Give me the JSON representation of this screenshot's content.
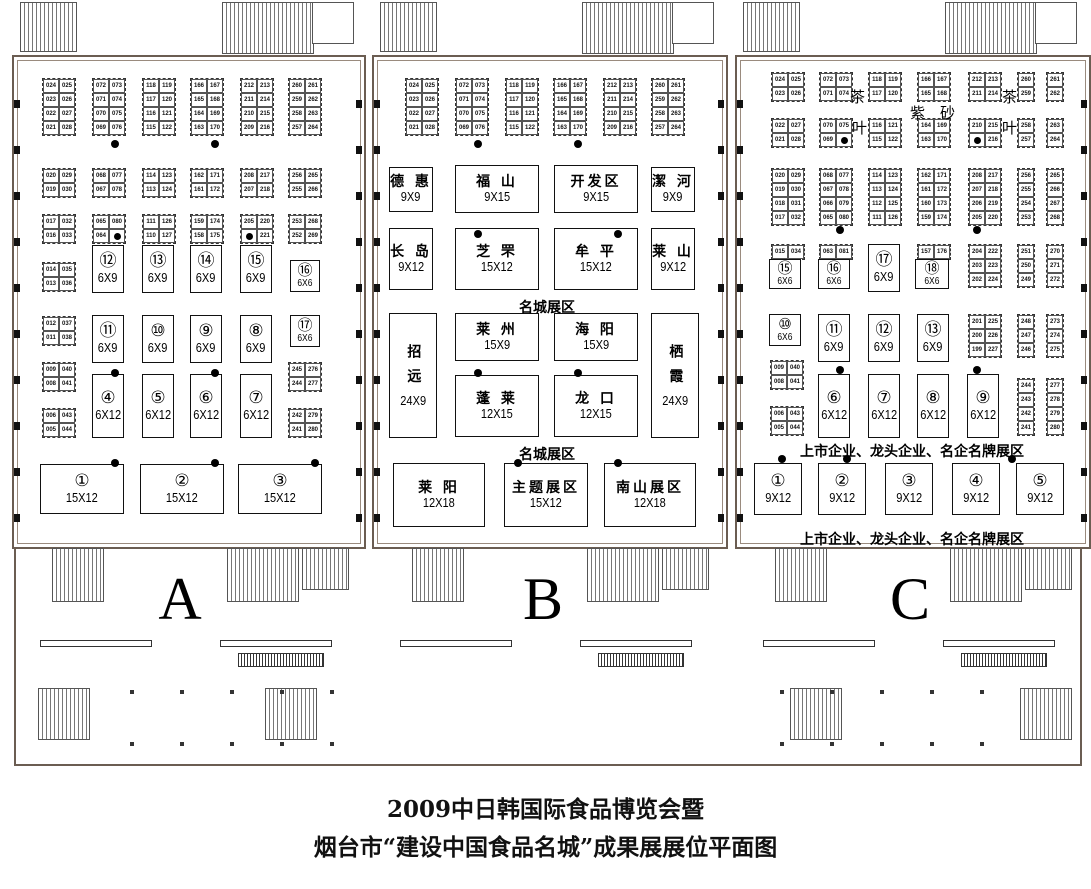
{
  "title": {
    "line1": "2009中日韩国际食品博览会暨",
    "line2": "烟台市“建设中国食品名城”成果展展位平面图"
  },
  "halls": [
    {
      "letter": "A",
      "groups": [
        [
          [
            "024",
            "025"
          ],
          [
            "023",
            "026"
          ],
          [
            "022",
            "027"
          ],
          [
            "021",
            "028"
          ]
        ],
        [
          [
            "072",
            "073"
          ],
          [
            "071",
            "074"
          ],
          [
            "070",
            "075"
          ],
          [
            "069",
            "076"
          ]
        ],
        [
          [
            "118",
            "119"
          ],
          [
            "117",
            "120"
          ],
          [
            "116",
            "121"
          ],
          [
            "115",
            "122"
          ]
        ],
        [
          [
            "166",
            "167"
          ],
          [
            "165",
            "168"
          ],
          [
            "164",
            "169"
          ],
          [
            "163",
            "170"
          ]
        ],
        [
          [
            "212",
            "213"
          ],
          [
            "211",
            "214"
          ],
          [
            "210",
            "215"
          ],
          [
            "209",
            "216"
          ]
        ],
        [
          [
            "260",
            "261"
          ],
          [
            "259",
            "262"
          ],
          [
            "258",
            "263"
          ],
          [
            "257",
            "264"
          ]
        ],
        [
          [
            "020",
            "029"
          ],
          [
            "019",
            "030"
          ]
        ],
        [
          [
            "068",
            "077"
          ],
          [
            "067",
            "078"
          ]
        ],
        [
          [
            "114",
            "123"
          ],
          [
            "113",
            "124"
          ]
        ],
        [
          [
            "162",
            "171"
          ],
          [
            "161",
            "172"
          ]
        ],
        [
          [
            "208",
            "217"
          ],
          [
            "207",
            "218"
          ]
        ],
        [
          [
            "256",
            "265"
          ],
          [
            "255",
            "266"
          ]
        ],
        [
          [
            "017",
            "032"
          ],
          [
            "016",
            "033"
          ]
        ],
        [
          [
            "065",
            "080"
          ],
          [
            "064",
            null
          ]
        ],
        [
          [
            "111",
            "126"
          ],
          [
            "110",
            "127"
          ]
        ],
        [
          [
            "159",
            "174"
          ],
          [
            "158",
            "175"
          ]
        ],
        [
          [
            "205",
            "220"
          ],
          [
            null,
            "221"
          ]
        ],
        [
          [
            "253",
            "268"
          ],
          [
            "252",
            "269"
          ]
        ],
        [
          [
            "014",
            "035"
          ],
          [
            "013",
            "036"
          ]
        ],
        [
          [
            "012",
            "037"
          ],
          [
            "011",
            "038"
          ]
        ],
        [
          [
            "009",
            "040"
          ],
          [
            "008",
            "041"
          ]
        ],
        [
          [
            "006",
            "043"
          ],
          [
            "005",
            "044"
          ]
        ],
        [
          [
            "245",
            "276"
          ],
          [
            "244",
            "277"
          ]
        ],
        [
          [
            "242",
            "279"
          ],
          [
            "241",
            "280"
          ]
        ]
      ],
      "booths": [
        {
          "num": "⑫",
          "size": "6X9"
        },
        {
          "num": "⑬",
          "size": "6X9"
        },
        {
          "num": "⑭",
          "size": "6X9"
        },
        {
          "num": "⑮",
          "size": "6X9"
        },
        {
          "num": "⑯",
          "size": "6X6"
        },
        {
          "num": "⑪",
          "size": "6X9"
        },
        {
          "num": "⑩",
          "size": "6X9"
        },
        {
          "num": "⑨",
          "size": "6X9"
        },
        {
          "num": "⑧",
          "size": "6X9"
        },
        {
          "num": "⑰",
          "size": "6X6"
        },
        {
          "num": "④",
          "size": "6X12"
        },
        {
          "num": "⑤",
          "size": "6X12"
        },
        {
          "num": "⑥",
          "size": "6X12"
        },
        {
          "num": "⑦",
          "size": "6X12"
        },
        {
          "num": "①",
          "size": "15X12"
        },
        {
          "num": "②",
          "size": "15X12"
        },
        {
          "num": "③",
          "size": "15X12"
        }
      ],
      "labels": []
    },
    {
      "letter": "B",
      "groups": [
        [
          [
            "024",
            "025"
          ],
          [
            "023",
            "026"
          ],
          [
            "022",
            "027"
          ],
          [
            "021",
            "028"
          ]
        ],
        [
          [
            "072",
            "073"
          ],
          [
            "071",
            "074"
          ],
          [
            "070",
            "075"
          ],
          [
            "069",
            "076"
          ]
        ],
        [
          [
            "118",
            "119"
          ],
          [
            "117",
            "120"
          ],
          [
            "116",
            "121"
          ],
          [
            "115",
            "122"
          ]
        ],
        [
          [
            "166",
            "167"
          ],
          [
            "165",
            "168"
          ],
          [
            "164",
            "169"
          ],
          [
            "163",
            "170"
          ]
        ],
        [
          [
            "212",
            "213"
          ],
          [
            "211",
            "214"
          ],
          [
            "210",
            "215"
          ],
          [
            "209",
            "216"
          ]
        ],
        [
          [
            "260",
            "261"
          ],
          [
            "259",
            "262"
          ],
          [
            "258",
            "263"
          ],
          [
            "257",
            "264"
          ]
        ]
      ],
      "booths": [
        {
          "name": "德 惠",
          "size": "9X9"
        },
        {
          "name": "福 山",
          "size": "9X15"
        },
        {
          "name": "开发区",
          "size": "9X15"
        },
        {
          "name": "潔 河",
          "size": "9X9"
        },
        {
          "name": "长 岛",
          "size": "9X12"
        },
        {
          "name": "芝 罘",
          "size": "15X12"
        },
        {
          "name": "牟 平",
          "size": "15X12"
        },
        {
          "name": "莱 山",
          "size": "9X12"
        },
        {
          "name": "招 远",
          "size": "24X9"
        },
        {
          "name": "莱 州",
          "size": "15X9"
        },
        {
          "name": "海 阳",
          "size": "15X9"
        },
        {
          "name": "栖 霞",
          "size": "24X9"
        },
        {
          "name": "蓬 莱",
          "size": "12X15"
        },
        {
          "name": "龙 口",
          "size": "12X15"
        },
        {
          "name": "莱 阳",
          "size": "12X18"
        },
        {
          "name": "主题展区",
          "size": "15X12"
        },
        {
          "name": "南山展区",
          "size": "12X18"
        }
      ],
      "labels": [
        "名城展区",
        "名城展区"
      ]
    },
    {
      "letter": "C",
      "groups": [
        [
          [
            "024",
            "025"
          ],
          [
            "023",
            "026"
          ]
        ],
        [
          [
            "072",
            "073"
          ],
          [
            "071",
            "074"
          ]
        ],
        [
          [
            "118",
            "119"
          ],
          [
            "117",
            "120"
          ]
        ],
        [
          [
            "166",
            "167"
          ],
          [
            "165",
            "168"
          ]
        ],
        [
          [
            "212",
            "213"
          ],
          [
            "211",
            "214"
          ]
        ],
        [
          [
            "260"
          ],
          [
            "259"
          ]
        ],
        [
          [
            "261"
          ],
          [
            "262"
          ]
        ],
        [
          [
            "022",
            "027"
          ],
          [
            "021",
            "028"
          ]
        ],
        [
          [
            "070",
            "075"
          ],
          [
            "069",
            null
          ]
        ],
        [
          [
            "116",
            "121"
          ],
          [
            "115",
            "122"
          ]
        ],
        [
          [
            "164",
            "169"
          ],
          [
            "163",
            "170"
          ]
        ],
        [
          [
            "210",
            "215"
          ],
          [
            null,
            "216"
          ]
        ],
        [
          [
            "258"
          ],
          [
            "257"
          ]
        ],
        [
          [
            "263"
          ],
          [
            "264"
          ]
        ],
        [
          [
            "020",
            "029"
          ],
          [
            "019",
            "030"
          ],
          [
            "018",
            "031"
          ],
          [
            "017",
            "032"
          ]
        ],
        [
          [
            "068",
            "077"
          ],
          [
            "067",
            "078"
          ],
          [
            "066",
            "079"
          ],
          [
            "065",
            "080"
          ]
        ],
        [
          [
            "114",
            "123"
          ],
          [
            "113",
            "124"
          ],
          [
            "112",
            "125"
          ],
          [
            "111",
            "126"
          ]
        ],
        [
          [
            "162",
            "171"
          ],
          [
            "161",
            "172"
          ],
          [
            "160",
            "173"
          ],
          [
            "159",
            "174"
          ]
        ],
        [
          [
            "208",
            "217"
          ],
          [
            "207",
            "218"
          ],
          [
            "206",
            "219"
          ],
          [
            "205",
            "220"
          ]
        ],
        [
          [
            "256"
          ],
          [
            "255"
          ],
          [
            "254"
          ],
          [
            "253"
          ]
        ],
        [
          [
            "265"
          ],
          [
            "266"
          ],
          [
            "267"
          ],
          [
            "268"
          ]
        ],
        [
          [
            "015",
            "034"
          ]
        ],
        [
          [
            "063",
            "081"
          ]
        ],
        [
          [
            "157",
            "176"
          ]
        ],
        [
          [
            "204",
            "222"
          ],
          [
            "203",
            "223"
          ],
          [
            "202",
            "224"
          ]
        ],
        [
          [
            "251"
          ],
          [
            "250"
          ],
          [
            "249"
          ]
        ],
        [
          [
            "270"
          ],
          [
            "271"
          ],
          [
            "272"
          ]
        ],
        [
          [
            "201",
            "225"
          ],
          [
            "200",
            "226"
          ],
          [
            "199",
            "227"
          ]
        ],
        [
          [
            "248"
          ],
          [
            "247"
          ],
          [
            "246"
          ]
        ],
        [
          [
            "273"
          ],
          [
            "274"
          ],
          [
            "275"
          ]
        ],
        [
          [
            "009",
            "040"
          ],
          [
            "008",
            "041"
          ]
        ],
        [
          [
            "006",
            "043"
          ],
          [
            "005",
            "044"
          ]
        ],
        [
          [
            "244"
          ],
          [
            "243"
          ],
          [
            "242"
          ],
          [
            "241"
          ]
        ],
        [
          [
            "277"
          ],
          [
            "278"
          ],
          [
            "279"
          ],
          [
            "280"
          ]
        ]
      ],
      "booths": [
        {
          "num": "⑮",
          "size": "6X6"
        },
        {
          "num": "⑯",
          "size": "6X6"
        },
        {
          "num": "⑰",
          "size": "6X9"
        },
        {
          "num": "⑱",
          "size": "6X6"
        },
        {
          "num": "⑩",
          "size": "6X6"
        },
        {
          "num": "⑪",
          "size": "6X9"
        },
        {
          "num": "⑫",
          "size": "6X9"
        },
        {
          "num": "⑬",
          "size": "6X9"
        },
        {
          "num": "⑥",
          "size": "6X12"
        },
        {
          "num": "⑦",
          "size": "6X12"
        },
        {
          "num": "⑧",
          "size": "6X12"
        },
        {
          "num": "⑨",
          "size": "6X12"
        },
        {
          "num": "①",
          "size": "9X12"
        },
        {
          "num": "②",
          "size": "9X12"
        },
        {
          "num": "③",
          "size": "9X12"
        },
        {
          "num": "④",
          "size": "9X12"
        },
        {
          "num": "⑤",
          "size": "9X12"
        }
      ],
      "labels": [
        "上市企业、龙头企业、名企名牌展区",
        "上市企业、龙头企业、名企名牌展区"
      ],
      "tea_chars": [
        "茶",
        "叶",
        "紫",
        "砂",
        "茶",
        "叶"
      ]
    }
  ]
}
